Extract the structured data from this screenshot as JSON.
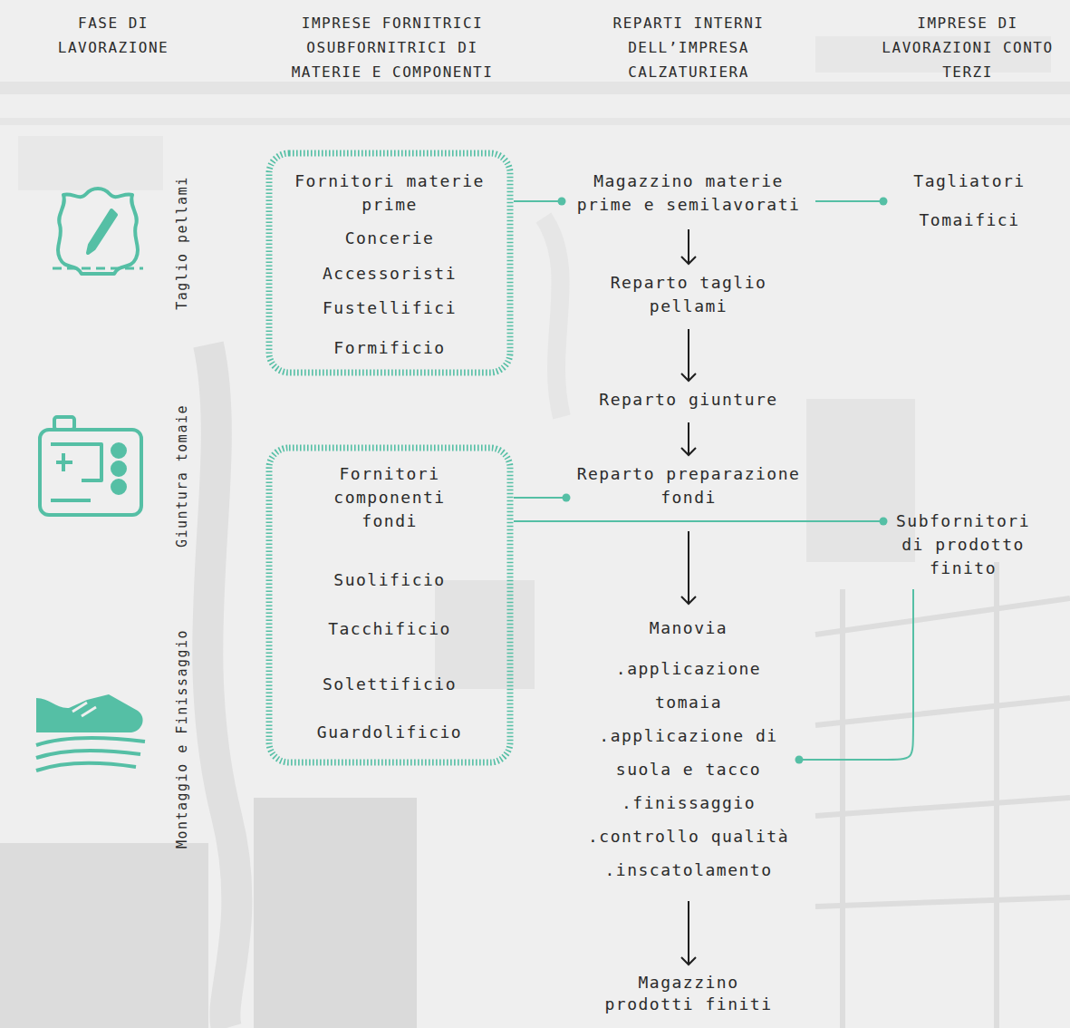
{
  "diagram": {
    "nodes": [
      {
        "text": [
          "Fornitori materie prime",
          "Concerie",
          "Accessoristi",
          "Fustellifici",
          "Formificio"
        ]
      },
      {
        "text": [
          "Magazzino materie prime e semilavorati"
        ]
      },
      {
        "text": [
          "Tagliatori",
          "Tomaifici"
        ]
      },
      {
        "text": [
          "Reparto taglio pellami"
        ]
      },
      {
        "text": [
          "Reparto giunture"
        ]
      },
      {
        "text": [
          "Fornitori componenti fondi",
          "Suolificio",
          "Tacchificio",
          "Solettificio",
          "Guardolificio"
        ]
      },
      {
        "text": [
          "Reparto preparazione fondi"
        ]
      },
      {
        "text": [
          "Subfornitori di prodotto finito"
        ]
      },
      {
        "text": [
          "Manovia",
          ".applicazione tomaia",
          ".applicazione di suola e tacco",
          ".finissaggio",
          ".controllo qualità",
          ".inscatolamento"
        ]
      },
      {
        "text": [
          "Magazzino prodotti finiti"
        ]
      }
    ],
    "edges": [
      {
        "from": 0,
        "to": 1,
        "arrow": "none"
      },
      {
        "from": 1,
        "to": 2,
        "arrow": "none"
      },
      {
        "from": 1,
        "to": 3,
        "arrow": "to"
      },
      {
        "from": 3,
        "to": 4,
        "arrow": "to"
      },
      {
        "from": 4,
        "to": 6,
        "arrow": "to"
      },
      {
        "from": 5,
        "to": 6,
        "arrow": "none"
      },
      {
        "from": 5,
        "to": 7,
        "arrow": "none"
      },
      {
        "from": 6,
        "to": 8,
        "arrow": "to"
      },
      {
        "from": 7,
        "to": 8,
        "arrow": "none"
      },
      {
        "from": 8,
        "to": 9,
        "arrow": "to"
      }
    ],
    "labels": [
      "FASE DI LAVORAZIONE",
      "IMPRESE FORNITRICI OSUBFORNITRICI DI MATERIE E COMPONENTI",
      "REPARTI INTERNI DELL’IMPRESA CALZATURIERA",
      "IMPRESE DI LAVORAZIONI CONTO TERZI",
      "Taglio pellami",
      "Giuntura tomaie",
      "Montaggio e Finissaggio"
    ]
  }
}
